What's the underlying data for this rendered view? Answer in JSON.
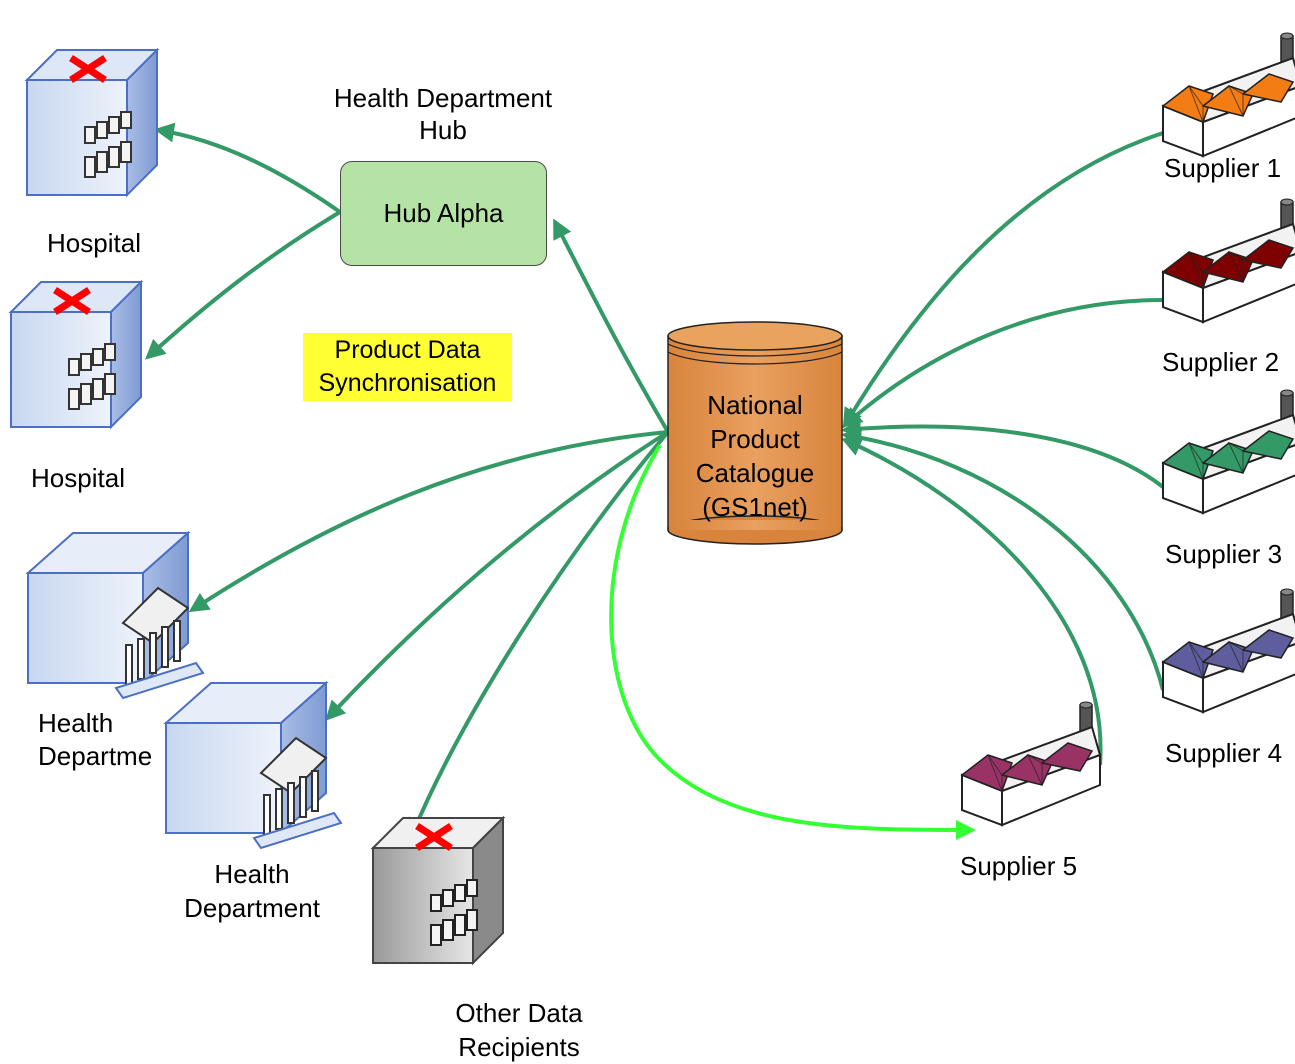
{
  "hub": {
    "title": "Health Department\nHub",
    "box_label": "Hub Alpha"
  },
  "callout": {
    "text": "Product Data\nSynchronisation"
  },
  "catalogue": {
    "label": "National\nProduct\nCatalogue\n(GS1net)"
  },
  "recipients": {
    "hospital_1": "Hospital",
    "hospital_2": "Hospital",
    "health_dept_1": "Health\nDepartme",
    "health_dept_2": "Health\nDepartment",
    "other": "Other Data\nRecipients"
  },
  "suppliers": [
    {
      "label": "Supplier 1",
      "roof_color": "#f47c14"
    },
    {
      "label": "Supplier 2",
      "roof_color": "#7f0000"
    },
    {
      "label": "Supplier 3",
      "roof_color": "#339966"
    },
    {
      "label": "Supplier 4",
      "roof_color": "#5e5e9e"
    },
    {
      "label": "Supplier 5",
      "roof_color": "#993366"
    }
  ],
  "colors": {
    "flow_arrow": "#339966",
    "highlight_arrow": "#33ff33",
    "hub_fill": "#b5e3a6",
    "callout_fill": "#ffff33",
    "catalogue_fill": "#e39550",
    "cross": "#ff0000"
  },
  "icons": {
    "hospital": "hospital-icon",
    "health_department": "government-building-icon",
    "supplier": "factory-icon",
    "catalogue": "database-icon"
  }
}
